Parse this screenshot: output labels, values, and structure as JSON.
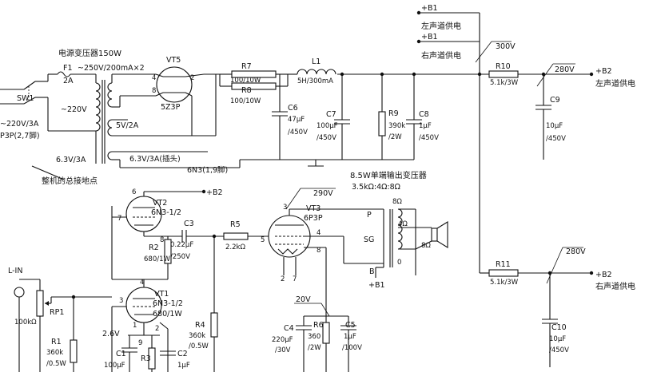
{
  "texts": {
    "b1_top": "+B1",
    "left_supply": "左声道供电",
    "b1_mid": "+B1",
    "right_supply_top": "右声道供电",
    "v300": "300V",
    "transformer": "电源变压器150W",
    "f1": "F1",
    "f1_rating": "~250V/200mA×2",
    "f1_current": "2A",
    "vt5": "VT5",
    "vt5_type": "5Z3P",
    "pin4": "4",
    "pin8": "8",
    "pin2": "2",
    "r7": "R7",
    "r7_val": "100/10W",
    "r8": "R8",
    "r8_val": "100/10W",
    "l1": "L1",
    "l1_val": "5H/300mA",
    "r10": "R10",
    "r10_val": "5.1k/3W",
    "v280a": "280V",
    "b2_a": "+B2",
    "left_supply_b": "左声道供电",
    "sw1": "SW1",
    "ac220": "~220V",
    "ac220_3a": "~220V/3A",
    "p3p": "P3P(2,7脚)",
    "v5": "5V/2A",
    "c6": "C6",
    "c6_val1": "47μF",
    "c6_val2": "/450V",
    "c7": "C7",
    "c7_val1": "100μF",
    "c7_val2": "/450V",
    "r9": "R9",
    "r9_val1": "390k",
    "r9_val2": "/2W",
    "c8": "C8",
    "c8_val1": "1μF",
    "c8_val2": "/450V",
    "c9": "C9",
    "c9_val1": "10μF",
    "c9_val2": "/450V",
    "h63a": "6.3V/3A",
    "h63b": "6.3V/3A(插头)",
    "n63": "6N3(1,9脚)",
    "ground_note": "整机的总接地点",
    "out_tx": "8.5W单端输出变压器",
    "out_tx_ratio": "3.5kΩ:4Ω:8Ω",
    "v290": "290V",
    "vt2": "VT2",
    "vt2_type": "6N3-1/2",
    "p6": "6",
    "b2_b": "+B2",
    "p7": "7",
    "c3": "C3",
    "c3_val1": "0.22μF",
    "c3_val2": "/250V",
    "r5": "R5",
    "r5_val": "2.2kΩ",
    "vt3": "VT3",
    "vt3_type": "6P3P",
    "p3": "3",
    "p5": "5",
    "p4": "4",
    "p8b": "8",
    "p2b": "2",
    "p7b": "7",
    "tp": "P",
    "tsg": "SG",
    "t8a": "8Ω",
    "t4": "4Ω",
    "t0": "0",
    "t8b": "8Ω",
    "pb": "B",
    "b1_c": "+B1",
    "r2": "R2",
    "r2_val": "680/1W",
    "p8c": "8",
    "p4b": "4",
    "lin": "L-IN",
    "rp1": "RP1",
    "rp1_val": "100kΩ",
    "vt1": "VT1",
    "vt1_type": "6N3-1/2",
    "vt1_r": "680/1W",
    "p3c": "3",
    "p1": "1",
    "p2c": "2",
    "p9": "9",
    "v26": "2.6V",
    "r1": "R1",
    "r1_val1": "360k",
    "r1_val2": "/0.5W",
    "c1": "C1",
    "c1_val1": "100μF",
    "r3": "R3",
    "c2": "C2",
    "c2_val1": "1μF",
    "r4": "R4",
    "r4_val1": "360k",
    "r4_val2": "/0.5W",
    "v20": "20V",
    "c4": "C4",
    "c4_val1": "220μF",
    "c4_val2": "/30V",
    "r6": "R6",
    "r6_val1": "360",
    "r6_val2": "/2W",
    "c5": "C5",
    "c5_val1": "1μF",
    "c5_val2": "/100V",
    "r11": "R11",
    "r11_val": "5.1k/3W",
    "v280b": "280V",
    "b2_c": "+B2",
    "right_supply_b": "右声道供电",
    "c10": "C10",
    "c10_val1": "10μF",
    "c10_val2": "/450V"
  }
}
